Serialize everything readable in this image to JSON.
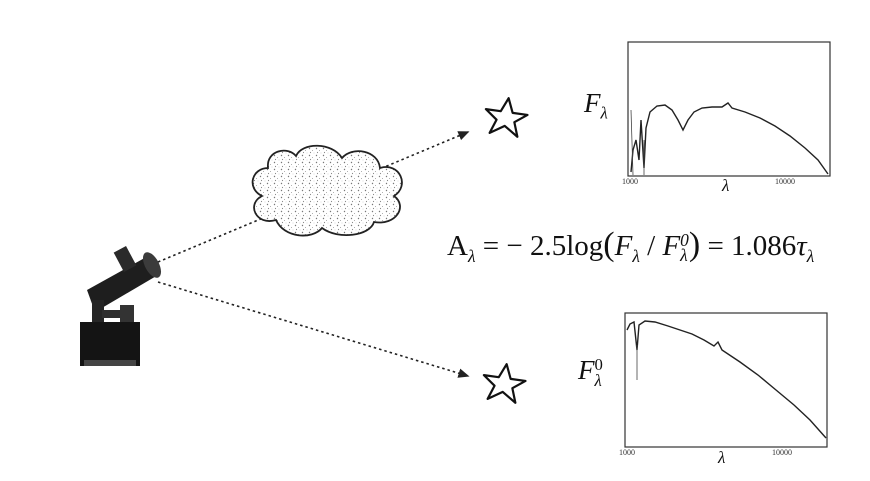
{
  "top_plot": {
    "ylabel_base": "F",
    "ylabel_sub": "λ",
    "xlabel": "λ",
    "xticks": [
      "1000",
      "10000"
    ]
  },
  "bottom_plot": {
    "ylabel_base": "F",
    "ylabel_sub": "λ",
    "ylabel_sup": "0",
    "xlabel": "λ",
    "xticks": [
      "1000",
      "10000"
    ]
  },
  "equation": {
    "lhs": "A",
    "lhs_sub": "λ",
    "middle": " = − 2.5log",
    "open_paren": "(",
    "f": "F",
    "f_sub": "λ",
    "slash": " / ",
    "f0": "F",
    "f0_sub": "λ",
    "f0_sup": "0",
    "close_paren": ")",
    "rhs": " = 1.086",
    "tau": "τ",
    "tau_sub": "λ"
  },
  "icons": {
    "telescope": "telescope-icon",
    "cloud": "dust-cloud-icon",
    "star_top": "star-icon",
    "star_bottom": "star-icon"
  }
}
